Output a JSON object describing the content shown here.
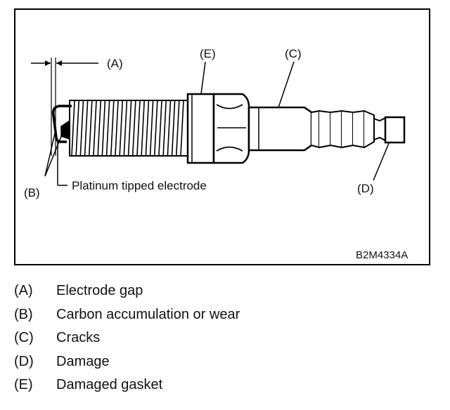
{
  "figure": {
    "callouts": {
      "A": "(A)",
      "B": "(B)",
      "C": "(C)",
      "D": "(D)",
      "E": "(E)"
    },
    "electrode_label": "Platinum tipped electrode",
    "figure_code": "B2M4334A"
  },
  "legend": [
    {
      "key": "(A)",
      "text": "Electrode gap"
    },
    {
      "key": "(B)",
      "text": "Carbon accumulation or wear"
    },
    {
      "key": "(C)",
      "text": "Cracks"
    },
    {
      "key": "(D)",
      "text": "Damage"
    },
    {
      "key": "(E)",
      "text": "Damaged gasket"
    }
  ]
}
